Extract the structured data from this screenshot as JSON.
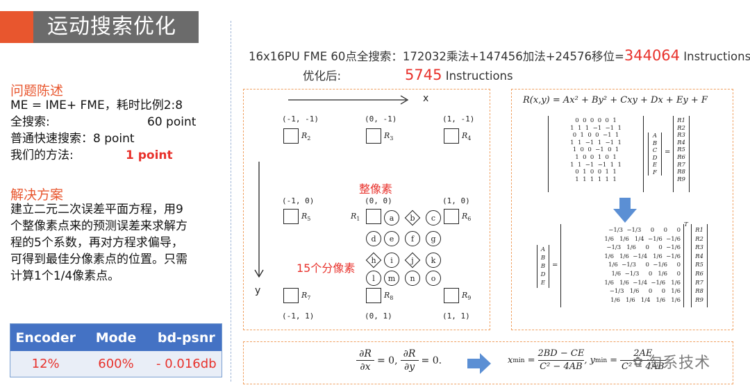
{
  "title": "运动搜索优化",
  "top": {
    "line1_text": "16x16PU FME 60点全搜索：172032乘法+147456加法+24576移位=",
    "line1_value": "344064",
    "line1_unit": " Instructions",
    "line2_label": "优化后:",
    "line2_value": "5745",
    "line2_unit": " Instructions"
  },
  "problem": {
    "heading": "问题陈述",
    "line1": "ME = IME+ FME，耗时比例2:8",
    "line2_label": "全搜索:",
    "line2_value": "60 point",
    "line3": "普通快速搜索：8 point",
    "line4_label": "我们的方法:",
    "line4_value": "1 point"
  },
  "solution": {
    "heading": "解决方案",
    "lines": [
      "建立二元二次误差平面方程，用9",
      "个整像素点来的预测误差来求解方",
      "程的5个系数，再对方程求偏导，",
      "可得到最佳分像素点的位置。只需",
      "计算1个1/4像素点。"
    ]
  },
  "table": {
    "headers": [
      "Encoder",
      "Mode",
      "bd-psnr"
    ],
    "row": [
      "12%",
      "600%",
      "- 0.016db"
    ]
  },
  "grid": {
    "x_label": "x",
    "y_label": "y",
    "integer_label": "整像素",
    "subpixel_label": "15个分像素",
    "coords": [
      "(-1, -1)",
      "(0, -1)",
      "(1, -1)",
      "(-1, 0)",
      "(0, 0)",
      "(1, 0)",
      "(-1, 1)",
      "(0, 1)",
      "(1, 1)"
    ],
    "r_subs": [
      "2",
      "3",
      "4",
      "5",
      "1",
      "6",
      "7",
      "8",
      "9"
    ],
    "r_letter": "R",
    "subpixels": [
      "a",
      "b",
      "c",
      "d",
      "e",
      "f",
      "g",
      "h",
      "i",
      "j",
      "k",
      "l",
      "m",
      "n",
      "o"
    ]
  },
  "equation": {
    "surface": "R(x,y) = Ax² + By² + Cxy + Dx + Ey + F",
    "matrix_rows": [
      "0  0  0  0  0  1",
      "1  1  1  −1  −1  1",
      "0  1  0  0  −1  1",
      "1  1  −1  1  −1  1",
      "1  0  0  −1  0  1",
      "1  0  0  1  0  1",
      "1  1  −1  −1  1  1",
      "0  1  0  0  1  1",
      "1  1  1  1  1  1"
    ],
    "coef_vector": [
      "A",
      "B",
      "C",
      "D",
      "E",
      "F"
    ],
    "r_vector": [
      "R1",
      "R2",
      "R3",
      "R4",
      "R5",
      "R6",
      "R7",
      "R8",
      "R9"
    ],
    "solution_lhs": [
      "A",
      "B",
      "B",
      "D",
      "E"
    ],
    "inverse_rows": [
      "−1/3  −1/3  0  0  0",
      "1/6  1/6  1/4  −1/6  −1/6",
      "−1/3  1/6  0  0  −1/6",
      "1/6  1/6  −1/4  1/6  −1/6",
      "1/6  −1/3  0  −1/6  0",
      "1/6  −1/3  0  1/6  0",
      "1/6  1/6  −1/4  −1/6  1/6",
      "−1/3  1/6  0  0  1/6",
      "1/6  1/6  1/4  1/6  1/6"
    ]
  },
  "bottom": {
    "partial_x_num": "∂R",
    "partial_x_den": "∂x",
    "partial_y_num": "∂R",
    "partial_y_den": "∂y",
    "eq_zero": "= 0,",
    "eq_zero_end": "= 0.",
    "xmin_label": "x",
    "xmin_sub": "min",
    "xmin_num": "2BD − CE",
    "xmin_den": "C² − 4AB",
    "ymin_label": ", y",
    "ymin_sub": "min",
    "ymin_num": "2AE",
    "ymin_den": "C² − 4AB",
    "watermark": "淘系技术"
  }
}
